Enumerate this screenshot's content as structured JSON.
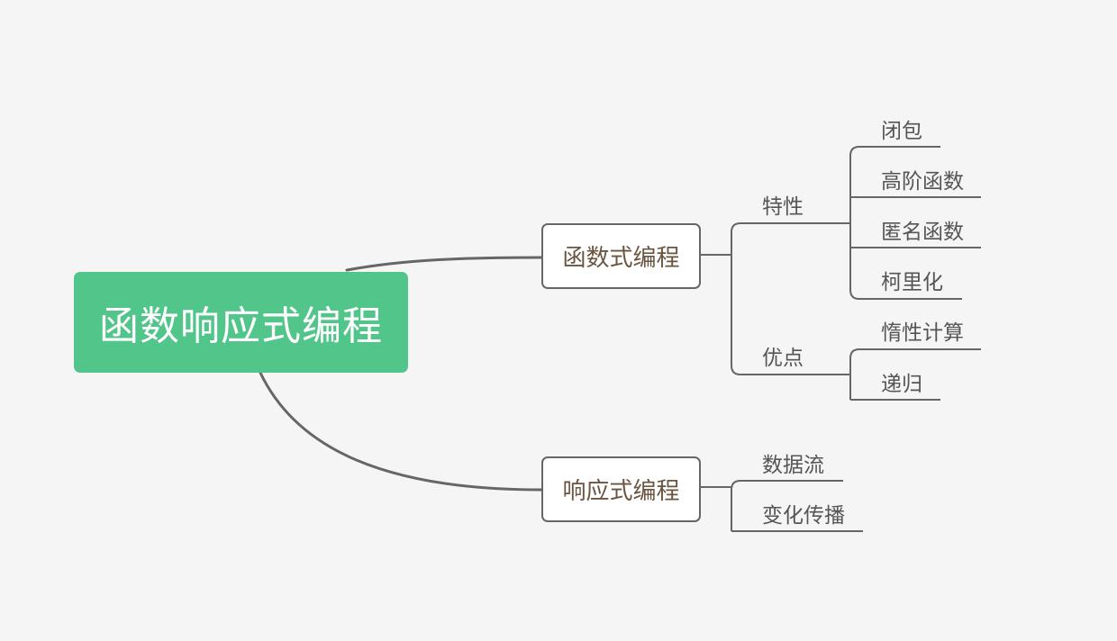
{
  "root": {
    "label": "函数响应式编程",
    "color": "#52c58b"
  },
  "branches": [
    {
      "label": "函数式编程",
      "groups": [
        {
          "label": "特性",
          "items": [
            "闭包",
            "高阶函数",
            "匿名函数",
            "柯里化"
          ]
        },
        {
          "label": "优点",
          "items": [
            "惰性计算",
            "递归"
          ]
        }
      ]
    },
    {
      "label": "响应式编程",
      "items": [
        "数据流",
        "变化传播"
      ]
    }
  ]
}
